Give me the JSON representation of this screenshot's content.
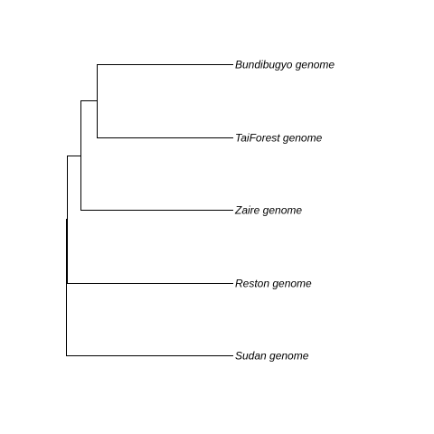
{
  "tree": {
    "newick": "(((Bundibugyo genome,TaiForest genome),Zaire genome),Reston genome,Sudan genome);",
    "tips": [
      {
        "name": "Bundibugyo genome"
      },
      {
        "name": "TaiForest genome"
      },
      {
        "name": "Zaire genome"
      },
      {
        "name": "Reston genome"
      },
      {
        "name": "Sudan genome"
      }
    ]
  },
  "colors": {
    "background": "#ffffff",
    "branch": "#000000",
    "label": "#000000"
  }
}
